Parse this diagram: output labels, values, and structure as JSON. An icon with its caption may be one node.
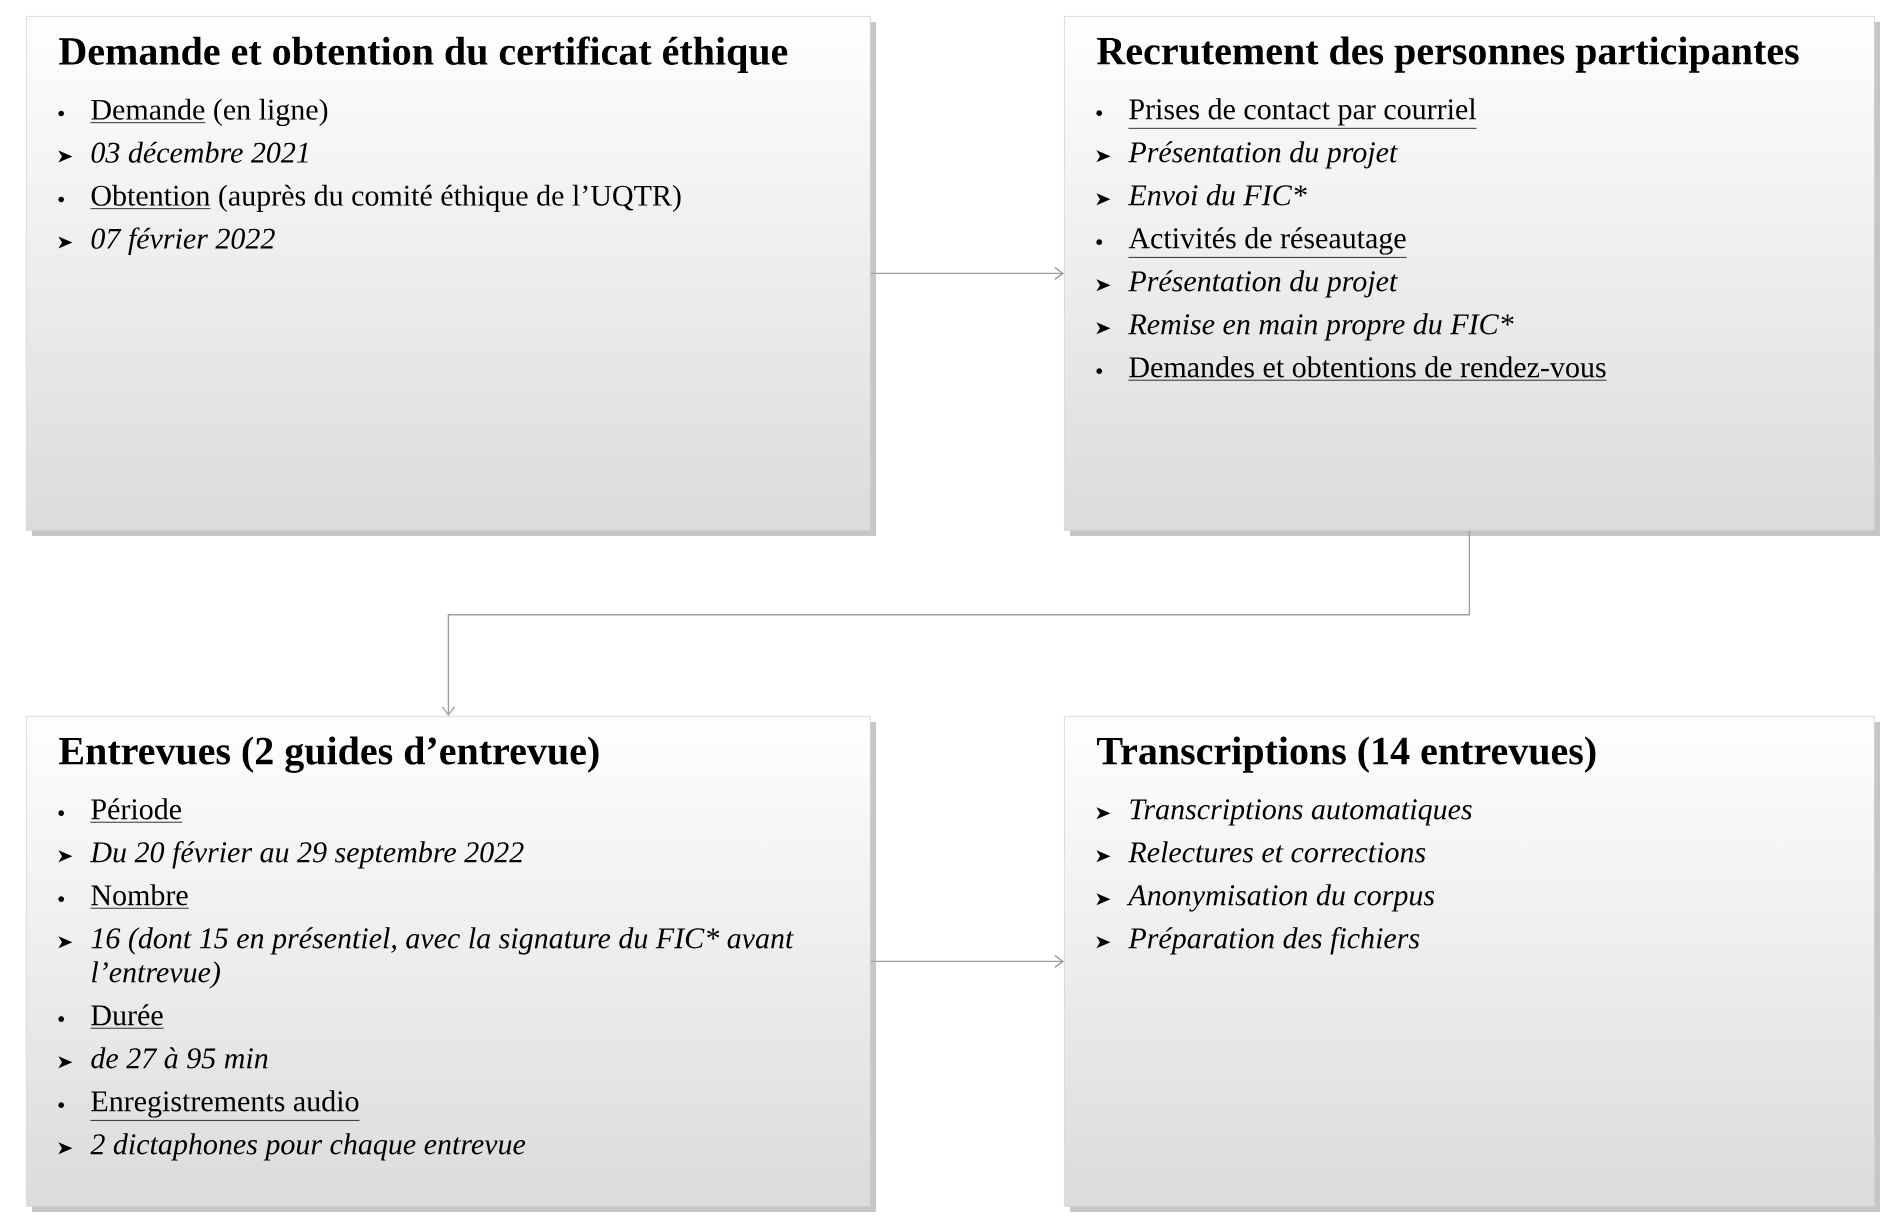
{
  "diagram": {
    "nodes": [
      {
        "text": [
          "Demande et obtention du certificat éthique",
          "Demande",
          "(en ligne)",
          "03 décembre 2021",
          "Obtention",
          "(auprès du comité éthique de l’UQTR)",
          "07 février 2022"
        ]
      },
      {
        "text": [
          "Recrutement des personnes participantes",
          "Prises de contact par courriel",
          "Présentation du projet",
          "Envoi du FIC*",
          "Activités de réseautage",
          "Présentation du projet",
          "Remise en main propre du FIC*",
          "Demandes et obtentions de rendez-vous"
        ]
      },
      {
        "text": [
          "Entrevues (2 guides d’entrevue)",
          "Période",
          "Du 20 février au 29 septembre 2022",
          "Nombre",
          "16 (dont 15 en présentiel, avec la signature du FIC* avant l’entrevue)",
          "Durée",
          "de 27 à 95 min",
          "Enregistrements audio",
          "2 dictaphones pour chaque entrevue"
        ]
      },
      {
        "text": [
          "Transcriptions (14 entrevues)",
          "Transcriptions automatiques",
          "Relectures et corrections",
          "Anonymisation du corpus",
          "Préparation des fichiers"
        ]
      }
    ],
    "edges": [
      {
        "from": 0,
        "to": 1,
        "arrow": "to"
      },
      {
        "from": 1,
        "to": 2,
        "arrow": "to"
      },
      {
        "from": 2,
        "to": 3,
        "arrow": "to"
      }
    ]
  }
}
